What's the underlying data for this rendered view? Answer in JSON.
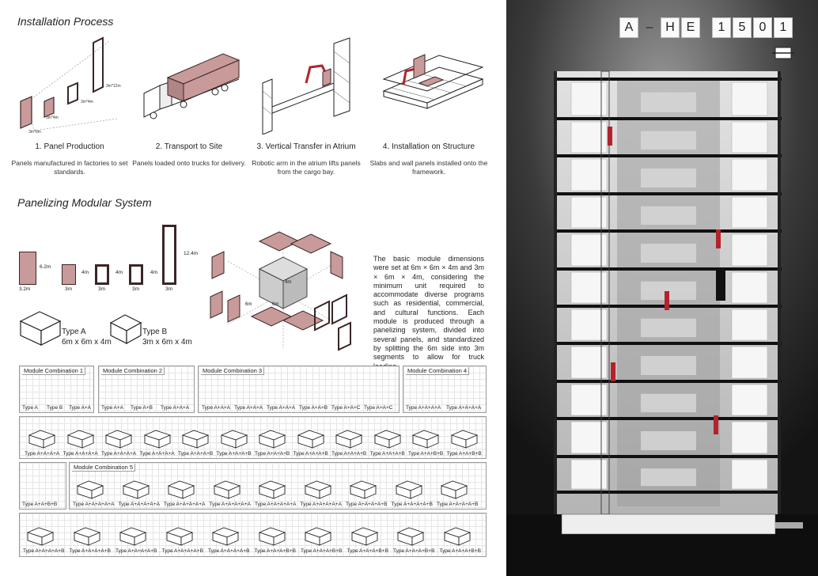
{
  "installation": {
    "heading": "Installation Process",
    "steps": [
      {
        "title": "1. Panel Production",
        "desc": "Panels manufactured in factories to set standards."
      },
      {
        "title": "2. Transport to Site",
        "desc": "Panels loaded onto trucks for delivery."
      },
      {
        "title": "3. Vertical Transfer in Atrium",
        "desc": "Robotic arm in the atrium lifts panels from the cargo bay."
      },
      {
        "title": "4. Installation on Structure",
        "desc": "Slabs and wall panels installed onto the framework."
      }
    ],
    "panel_dims": [
      "3m*6m",
      "3m*4m",
      "3m*4m",
      "3m*12m"
    ]
  },
  "panelizing": {
    "heading": "Panelizing Modular System",
    "panel_labels": {
      "w1": "3.2m",
      "h1": "6.2m",
      "w2": "3m",
      "h2": "4m",
      "w3": "3m",
      "h3": "4m",
      "w4": "3m",
      "h4": "4m",
      "w5": "3m",
      "h5": "12.4m"
    },
    "cube_labels": {
      "h": "4m",
      "a": "6m",
      "b": "6m"
    },
    "types": [
      {
        "name": "Type A",
        "size": "6m x 6m x 4m"
      },
      {
        "name": "Type B",
        "size": "3m x 6m x 4m"
      }
    ],
    "description": "The basic module dimensions were set at 6m × 6m × 4m and 3m × 6m × 4m, considering the minimum unit required to accommodate diverse programs such as residential, commercial, and cultural functions. Each module is produced through a panelizing system, divided into several panels, and standardized by splitting the 6m side into 3m segments to allow for truck loading."
  },
  "combinations": {
    "c1": {
      "label": "Module Combination 1",
      "items": [
        "Type A",
        "Type B",
        "Type A+A"
      ]
    },
    "c2": {
      "label": "Module Combination 2",
      "items": [
        "Type A+A",
        "Type A+B",
        "Type A+A+A"
      ]
    },
    "c3": {
      "label": "Module Combination 3",
      "items": [
        "Type A+A+A",
        "Type A+A+A",
        "Type A+A+A",
        "Type A+A+B",
        "Type A+A+C",
        "Type A+A+C"
      ]
    },
    "c4": {
      "label": "Module Combination 4",
      "items": [
        "Type A+A+A+A",
        "Type A+A+A+A"
      ]
    },
    "row2": [
      "Type A+A+A+A",
      "Type A+A+A+A",
      "Type A+A+A+A",
      "Type A+A+A+A",
      "Type A+A+A+B",
      "Type A+A+A+B",
      "Type A+A+A+B",
      "Type A+A+A+B",
      "Type A+A+A+B",
      "Type A+A+A+B",
      "Type A+A+B+B",
      "Type A+A+B+B"
    ],
    "row3_left": [
      "Type A+A+B+B"
    ],
    "c5": {
      "label": "Module Combination 5",
      "items": [
        "Type A+A+A+A+A",
        "Type A+A+A+A+A",
        "Type A+A+A+A+A",
        "Type A+A+A+A+A",
        "Type A+A+A+A+A",
        "Type A+A+A+A+A",
        "Type A+A+A+A+B",
        "Type A+A+A+A+B",
        "Type A+A+A+A+B"
      ]
    },
    "row4": [
      "Type A+A+A+A+B",
      "Type A+A+A+A+B",
      "Type A+A+A+A+B",
      "Type A+A+A+A+B",
      "Type A+A+A+A+B",
      "Type A+A+A+B+B",
      "Type A+A+A+B+B",
      "Type A+A+A+B+B",
      "Type A+A+A+B+B",
      "Type A+A+A+B+B"
    ]
  },
  "project_code": [
    "A",
    "–",
    "H",
    "E",
    "1",
    "5",
    "0",
    "1"
  ],
  "colors": {
    "panel": "#c99a9a",
    "panel_edge": "#3a2626",
    "accent_red": "#b2232b"
  }
}
